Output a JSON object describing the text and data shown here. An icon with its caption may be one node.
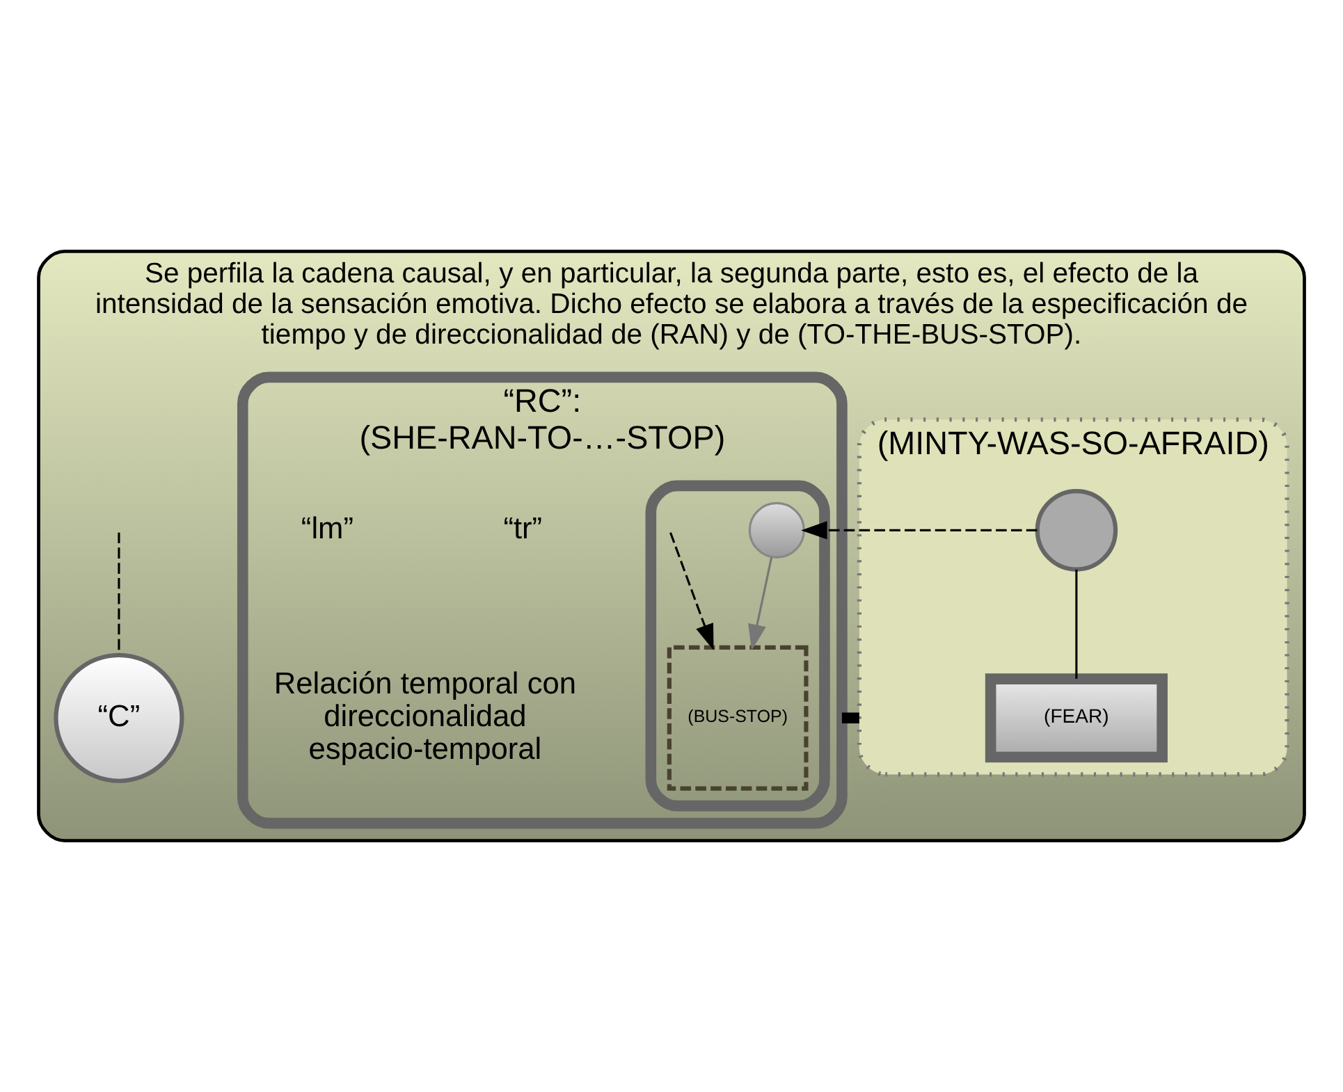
{
  "diagram": {
    "nodes": [
      {
        "text": [
          "Se perfila la cadena causal, y en particular, la segunda parte, esto es, el efecto de la intensidad de la sensación emotiva. Dicho efecto se elabora a través de la especificación de tiempo y de direccionalidad de (RAN) y de (TO-THE-BUS-STOP)."
        ]
      },
      {
        "text": [
          "(MINTY-WAS-SO-AFRAID)"
        ],
        "in": 0
      },
      {
        "text": [],
        "shape": "circle",
        "in": 1
      },
      {
        "text": [
          "(FEAR)"
        ],
        "in": 1
      },
      {
        "text": [
          "“RC”: (SHE-RAN-TO-…-STOP)"
        ],
        "in": 0
      },
      {
        "text": [],
        "shape": "ellipse",
        "in": 4
      },
      {
        "text": [],
        "shape": "circle",
        "in": 5
      },
      {
        "text": [
          "(BUS-STOP)"
        ],
        "in": 5
      },
      {
        "text": [
          "“C”"
        ],
        "in": 0
      }
    ],
    "edges": [
      {
        "from": 2,
        "to": 3,
        "arrow": "none"
      },
      {
        "from": 2,
        "to": 6,
        "arrow": "to",
        "style": "dashed"
      },
      {
        "from": 6,
        "to": 7,
        "arrow": "to",
        "color": "#777777"
      },
      {
        "from": null,
        "to": 7,
        "arrow": "to",
        "style": "dashed"
      },
      {
        "from": 1,
        "to": 4,
        "arrow": "none",
        "style": "thick"
      },
      {
        "from": null,
        "to": 8,
        "arrow": "none",
        "style": "dashed"
      }
    ],
    "labels": [
      "“tr”",
      "“lm”",
      "Relación temporal con direccionalidad espacio-temporal"
    ]
  }
}
